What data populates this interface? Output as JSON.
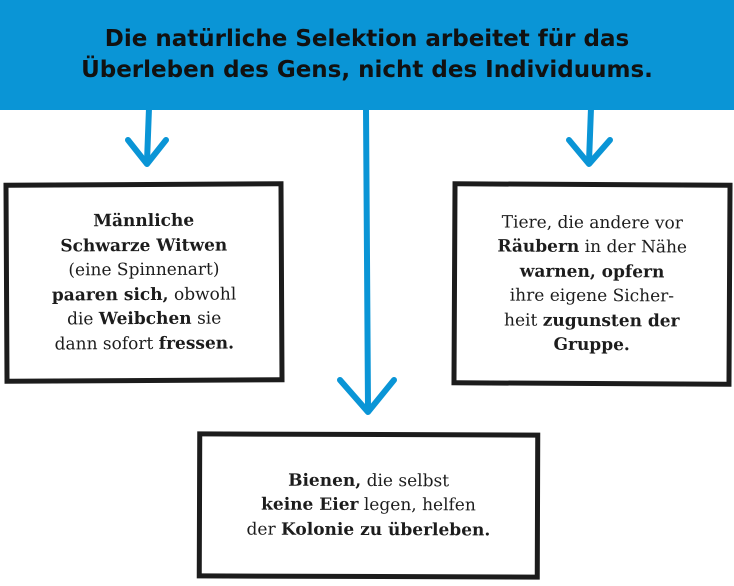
{
  "header": {
    "line1": "Die natürliche Selektion arbeitet für das",
    "line2": "Überleben des Gens, nicht des Individuums."
  },
  "colors": {
    "banner": "#0a95d6",
    "arrow": "#0a95d6",
    "box_border": "#1c1c1c"
  },
  "arrows": [
    "arrow-down-left",
    "arrow-down-center",
    "arrow-down-right"
  ],
  "boxes": {
    "left": {
      "l1": "Männliche",
      "l2": "Schwarze Witwen",
      "l3": "(eine Spinnenart)",
      "l4a": "paaren sich,",
      "l4b": " obwohl",
      "l5a": "die ",
      "l5b": "Weibchen",
      "l5c": " sie",
      "l6a": "dann sofort ",
      "l6b": "fressen."
    },
    "right": {
      "l1": "Tiere, die andere vor",
      "l2a": "Räubern",
      "l2b": " in der Nähe",
      "l3a": "warnen, opfern",
      "l4": "ihre eigene Sicher-",
      "l5a": "heit ",
      "l5b": "zugunsten der",
      "l6": "Gruppe."
    },
    "bottom": {
      "l1a": "Bienen,",
      "l1b": " die selbst",
      "l2a": "keine Eier",
      "l2b": " legen, helfen",
      "l3a": "der ",
      "l3b": "Kolonie zu überleben."
    }
  }
}
